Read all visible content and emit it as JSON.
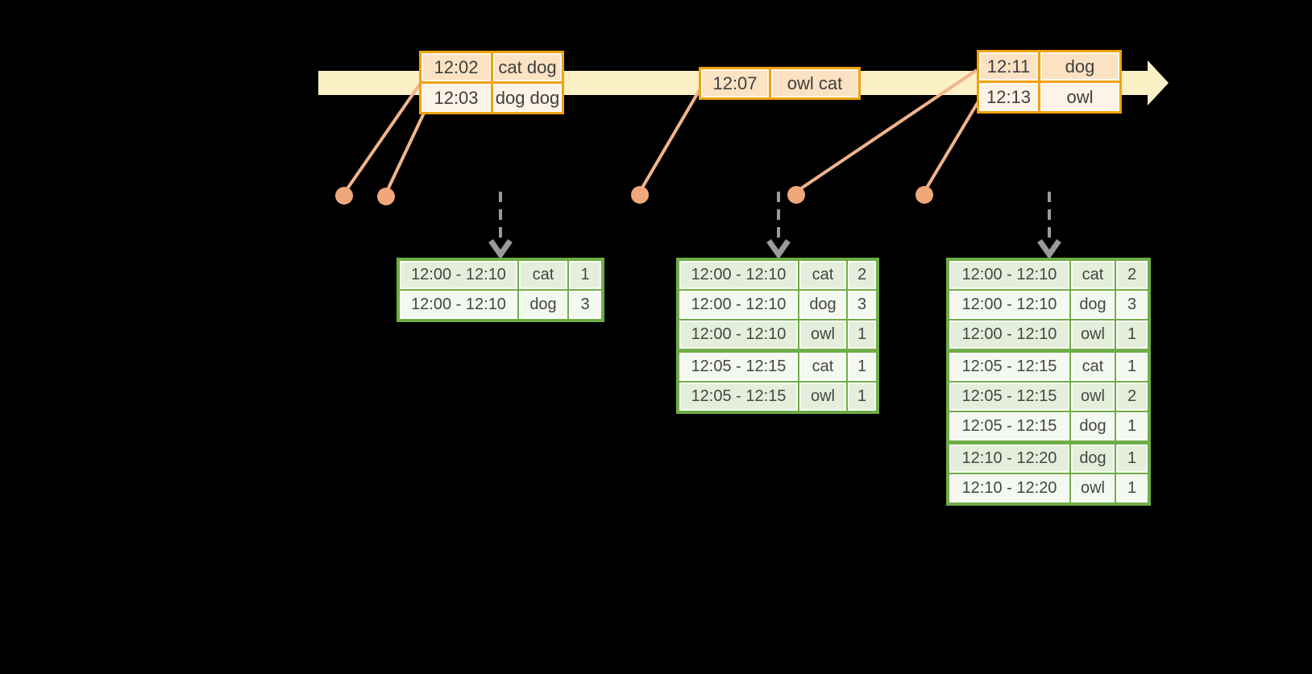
{
  "colors": {
    "background": "#000000",
    "timeline_band": "#FBF0C6",
    "event_border": "#F0A30A",
    "event_row_peach": "#FAE2C3",
    "event_row_cream": "#FDF3E6",
    "connector_salmon": "#F1B48C",
    "dot_salmon": "#F0A87A",
    "trigger_arrow_gray": "#9A9A9A",
    "table_border_green": "#6FAD47",
    "table_row_dark": "#E3EFDB",
    "table_row_light": "#F4F9F0",
    "text": "#3F3F3F"
  },
  "timeline": {
    "event_groups": [
      {
        "rows": [
          {
            "time": "12:02",
            "words": "cat dog"
          },
          {
            "time": "12:03",
            "words": "dog dog"
          }
        ]
      },
      {
        "rows": [
          {
            "time": "12:07",
            "words": "owl cat"
          }
        ]
      },
      {
        "rows": [
          {
            "time": "12:11",
            "words": "dog"
          },
          {
            "time": "12:13",
            "words": "owl"
          }
        ]
      }
    ]
  },
  "result_tables": [
    {
      "rows": [
        {
          "window": "12:00 - 12:10",
          "word": "cat",
          "count": "1"
        },
        {
          "window": "12:00 - 12:10",
          "word": "dog",
          "count": "3"
        }
      ]
    },
    {
      "rows": [
        {
          "window": "12:00 - 12:10",
          "word": "cat",
          "count": "2"
        },
        {
          "window": "12:00 - 12:10",
          "word": "dog",
          "count": "3"
        },
        {
          "window": "12:00 - 12:10",
          "word": "owl",
          "count": "1"
        },
        {
          "window": "12:05 - 12:15",
          "word": "cat",
          "count": "1"
        },
        {
          "window": "12:05 - 12:15",
          "word": "owl",
          "count": "1"
        }
      ]
    },
    {
      "rows": [
        {
          "window": "12:00 - 12:10",
          "word": "cat",
          "count": "2"
        },
        {
          "window": "12:00 - 12:10",
          "word": "dog",
          "count": "3"
        },
        {
          "window": "12:00 - 12:10",
          "word": "owl",
          "count": "1"
        },
        {
          "window": "12:05 - 12:15",
          "word": "cat",
          "count": "1"
        },
        {
          "window": "12:05 - 12:15",
          "word": "owl",
          "count": "2"
        },
        {
          "window": "12:05 - 12:15",
          "word": "dog",
          "count": "1"
        },
        {
          "window": "12:10 - 12:20",
          "word": "dog",
          "count": "1"
        },
        {
          "window": "12:10 - 12:20",
          "word": "owl",
          "count": "1"
        }
      ]
    }
  ]
}
